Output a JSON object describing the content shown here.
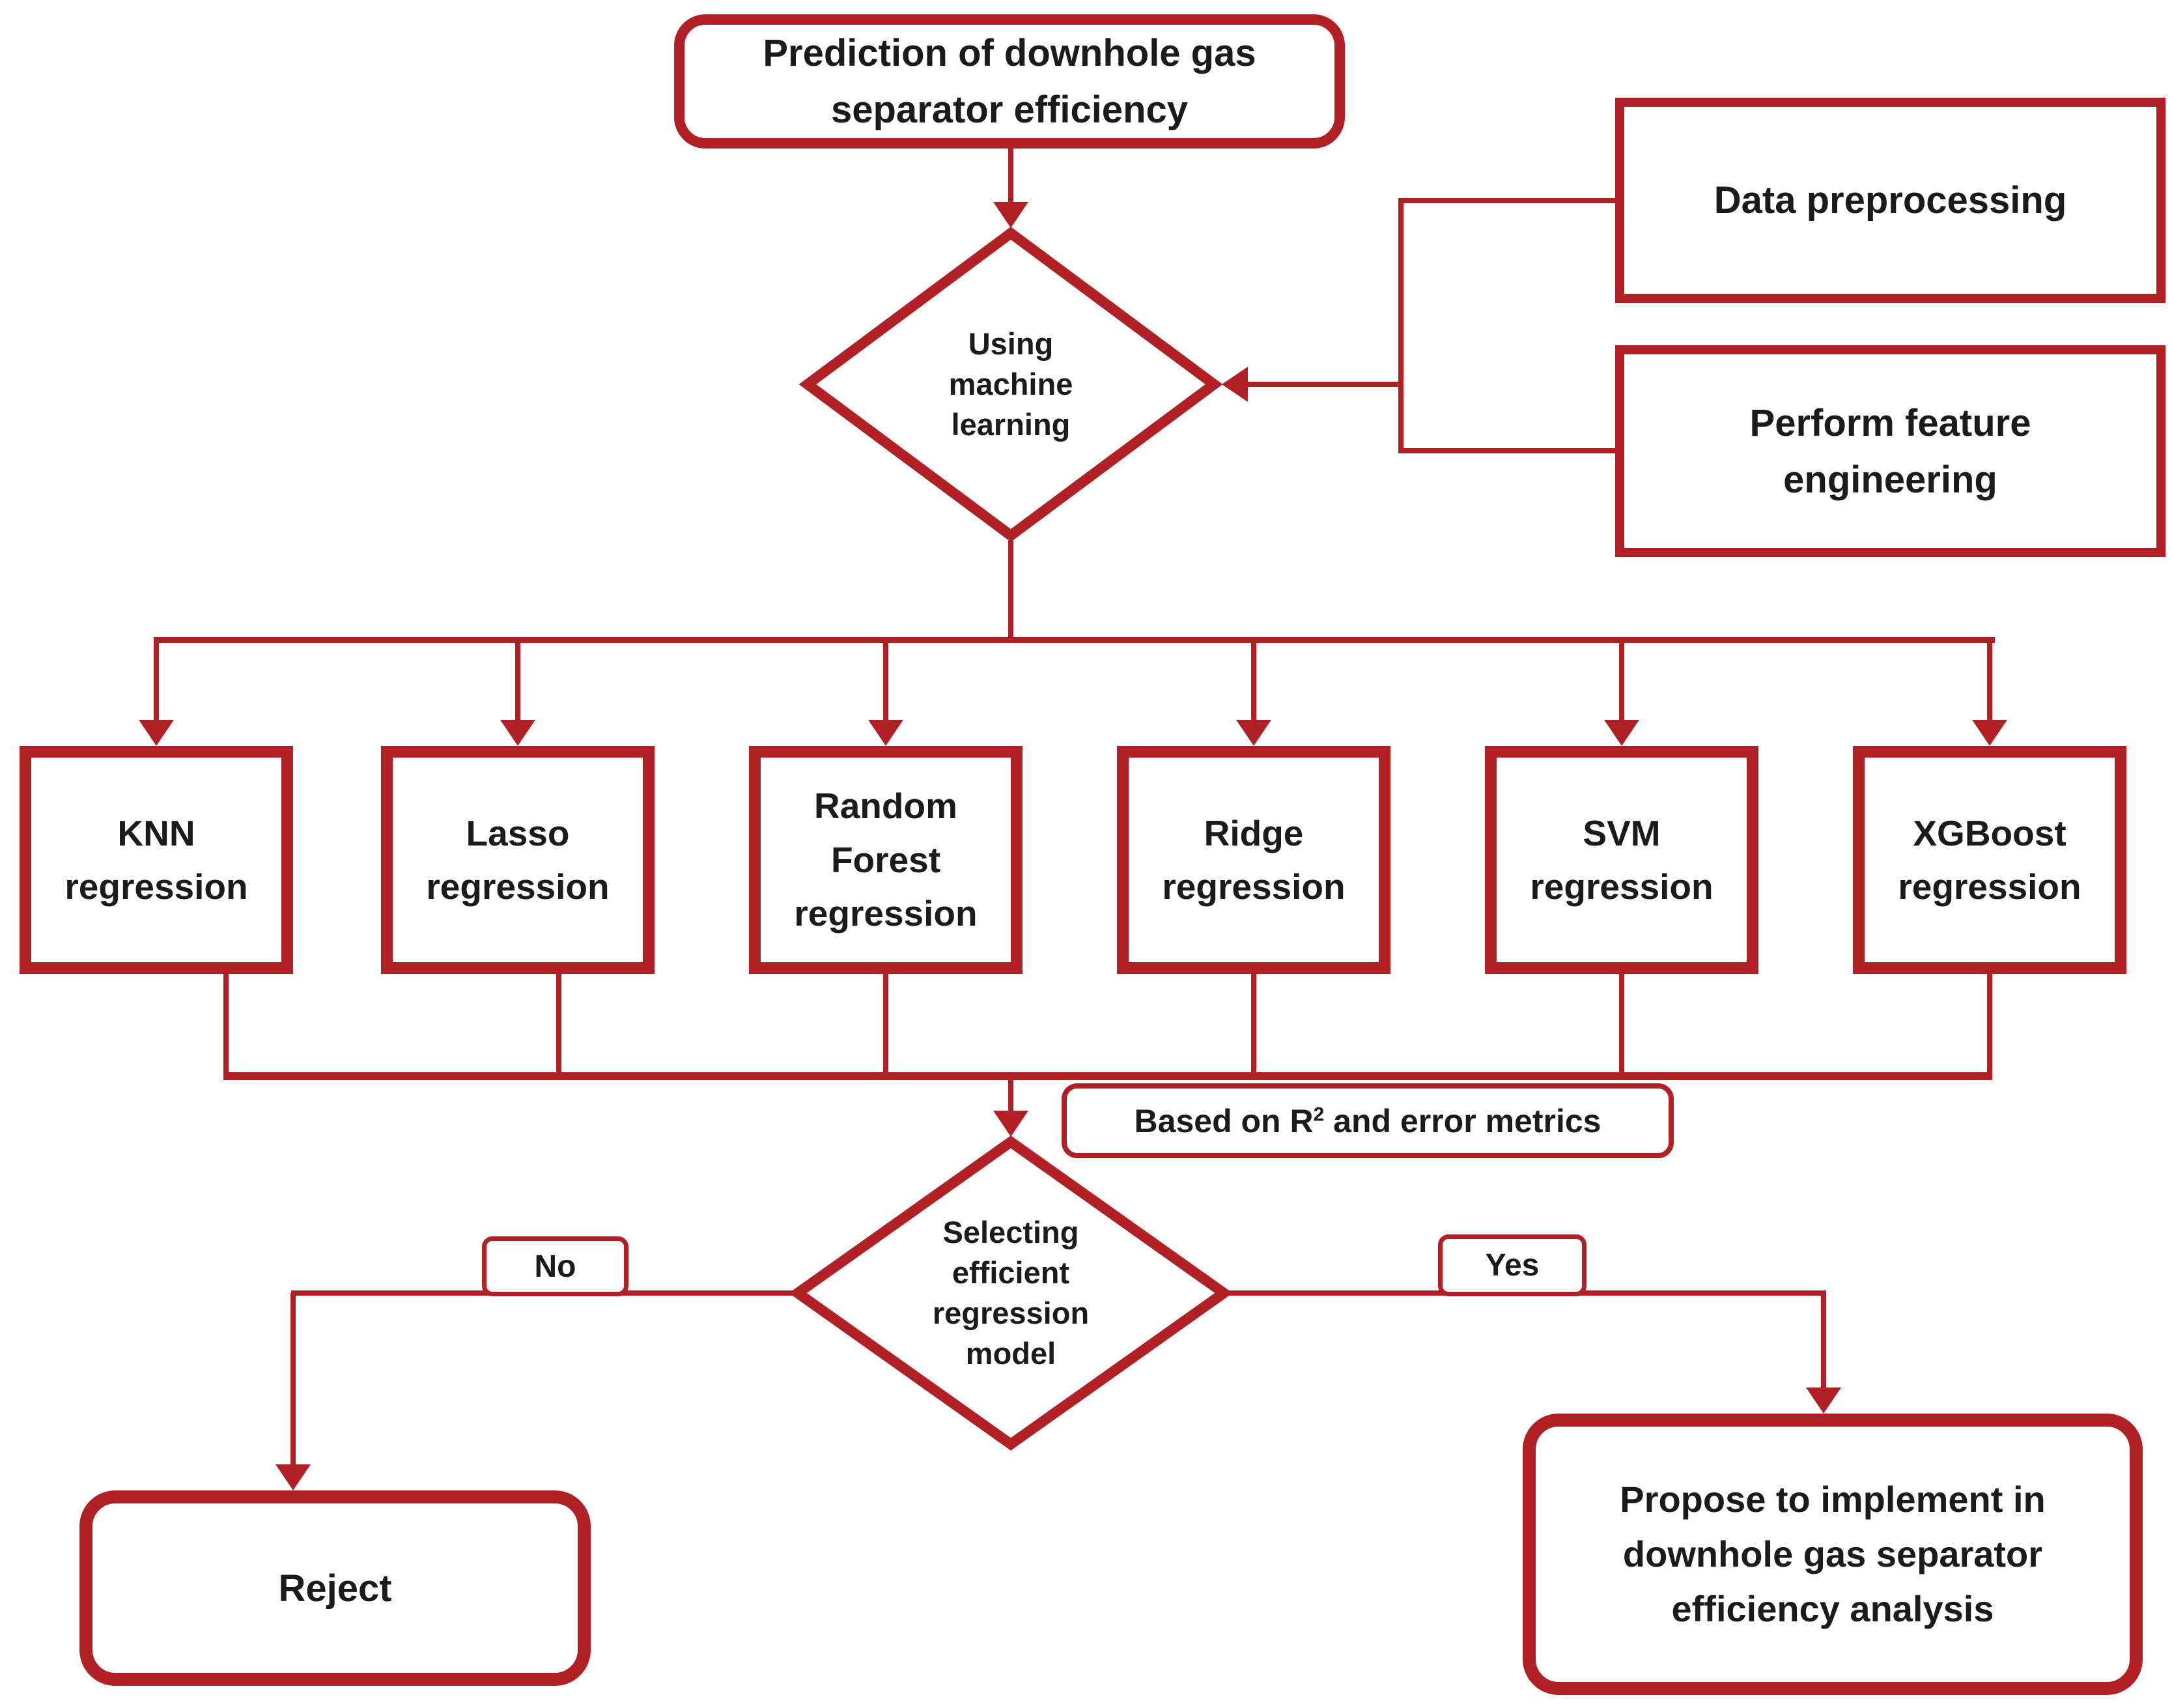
{
  "colors": {
    "accent_red": "#b02025",
    "text": "#1b1b1b",
    "background": "#ffffff"
  },
  "nodes": {
    "start": {
      "label": "Prediction of downhole gas separator efficiency"
    },
    "decision_ml": {
      "label_lines": [
        "Using",
        "machine",
        "learning"
      ]
    },
    "data_preprocessing": {
      "label": "Data preprocessing"
    },
    "feature_engineering": {
      "label": "Perform feature engineering"
    },
    "models": [
      {
        "label": "KNN regression"
      },
      {
        "label": "Lasso regression"
      },
      {
        "label": "Random Forest regression"
      },
      {
        "label": "Ridge regression"
      },
      {
        "label": "SVM regression"
      },
      {
        "label": "XGBoost regression"
      }
    ],
    "metrics_note": {
      "prefix": "Based on R",
      "superscript": "2",
      "suffix": " and error metrics"
    },
    "decision_select": {
      "label_lines": [
        "Selecting",
        "efficient",
        "regression",
        "model"
      ]
    },
    "branch_no": {
      "label": "No"
    },
    "branch_yes": {
      "label": "Yes"
    },
    "reject": {
      "label": "Reject"
    },
    "propose": {
      "label": "Propose to implement in downhole gas separator efficiency analysis"
    }
  }
}
